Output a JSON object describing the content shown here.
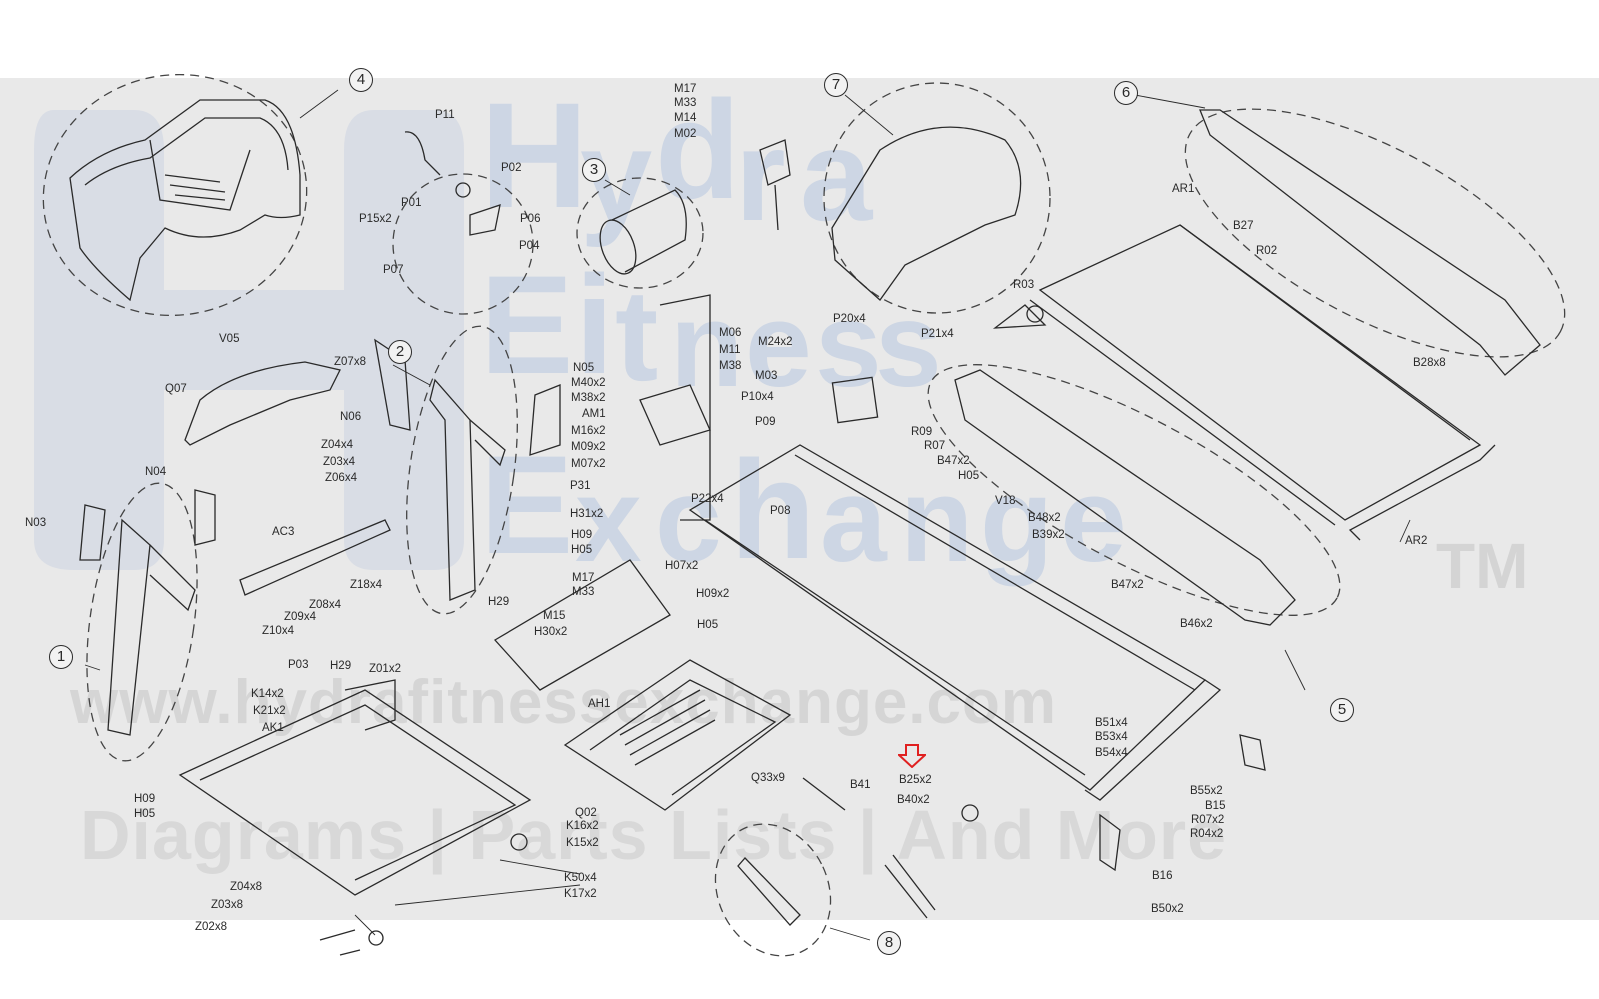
{
  "watermark": {
    "brand_letters": [
      "H",
      "y",
      "d",
      "r",
      "a",
      "E",
      "i",
      "t",
      "n",
      "e",
      "s",
      "s",
      "E",
      "x",
      "c",
      "h",
      "a",
      "n",
      "g",
      "e"
    ],
    "trademark": "TM",
    "url": "www.hydrafitnessexchange.com",
    "tagline": "Diagrams | Parts Lists | And More"
  },
  "assembly_numbers": [
    "1",
    "2",
    "3",
    "4",
    "5",
    "6",
    "7",
    "8"
  ],
  "part_labels": [
    "P11",
    "P02",
    "P01",
    "P15x2",
    "P06",
    "P04",
    "P07",
    "M17",
    "M33",
    "M14",
    "M02",
    "AR1",
    "B27",
    "R02",
    "B28x8",
    "R03",
    "P20x4",
    "P21x4",
    "M24x2",
    "M03",
    "P10x4",
    "P09",
    "V05",
    "Q07",
    "Z07x8",
    "N06",
    "Z04x4",
    "Z03x4",
    "Z06x4",
    "N05",
    "M40x2",
    "M38x2",
    "AM1",
    "M16x2",
    "M09x2",
    "M07x2",
    "M06",
    "M11",
    "M38",
    "R09",
    "R07",
    "B47x2",
    "H05",
    "V18",
    "B48x2",
    "B39x2",
    "N04",
    "N03",
    "AC3",
    "Z18x4",
    "Z08x4",
    "Z09x4",
    "Z10x4",
    "P31",
    "H31x2",
    "H09",
    "H05",
    "P22x4",
    "P08",
    "H07x2",
    "M17",
    "M33",
    "H09x2",
    "H05",
    "H29",
    "M15",
    "H30x2",
    "B47x2",
    "B46x2",
    "P03",
    "H29",
    "Z01x2",
    "K14x2",
    "K21x2",
    "AK1",
    "AH1",
    "AR2",
    "B51x4",
    "B53x4",
    "B54x4",
    "B25x2",
    "B40x2",
    "B41",
    "Q33x9",
    "Q02",
    "K16x2",
    "K15x2",
    "K50x4",
    "K17x2",
    "H09",
    "H05",
    "Z04x8",
    "Z03x8",
    "Z02x8",
    "B55x2",
    "B15",
    "R07x2",
    "R04x2",
    "B16",
    "B50x2"
  ],
  "highlight": {
    "color": "#e02020",
    "target_label": "B25x2",
    "icon": "down-arrow-icon"
  },
  "colors": {
    "line": "#2a2a2a",
    "band": "#e9e9e9",
    "watermark_blue": "#cdd6e4",
    "watermark_gray": "#d5d5d5"
  }
}
